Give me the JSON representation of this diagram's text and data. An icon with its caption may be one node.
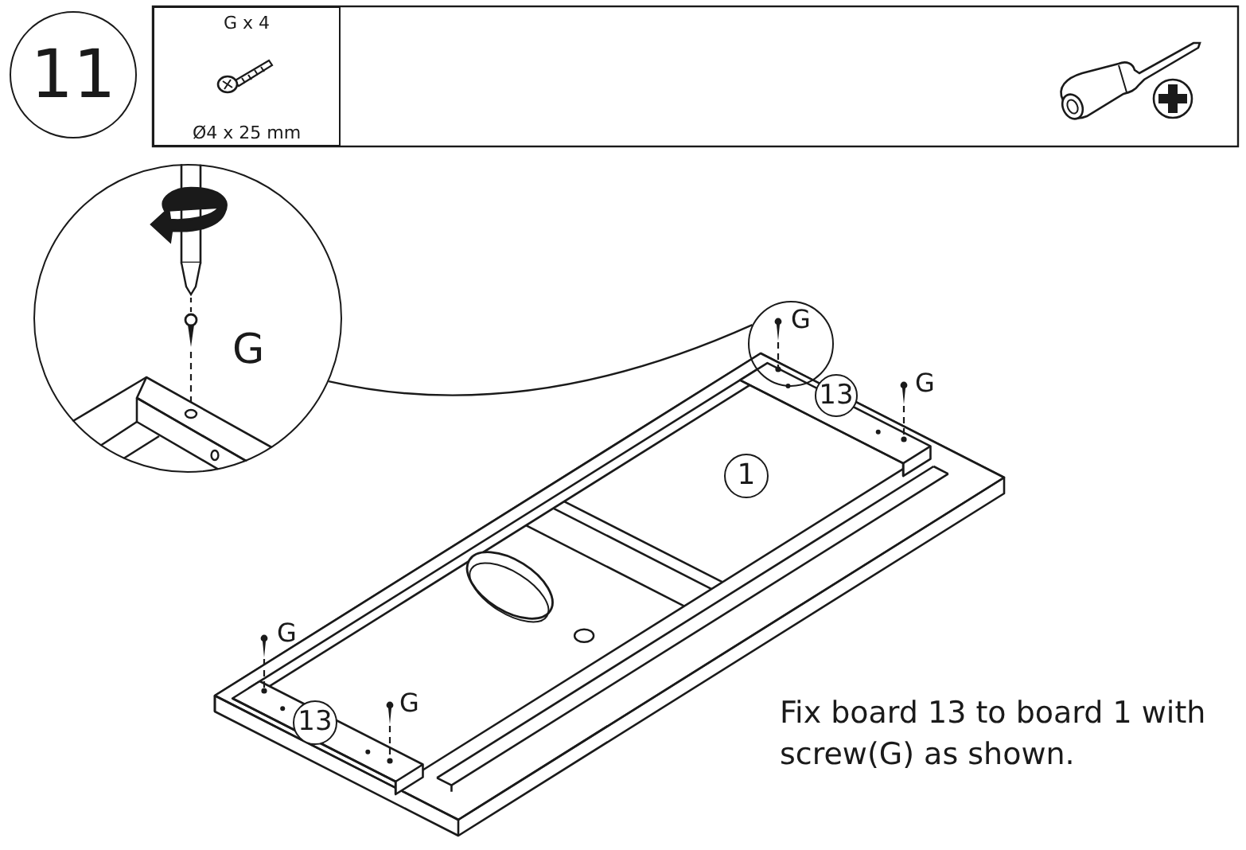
{
  "diagram": {
    "nodes": [
      {
        "text": [
          "11"
        ]
      },
      {
        "text": [
          "G x 4",
          "Ø4 x 25 mm"
        ]
      },
      {
        "text": [
          "G"
        ]
      },
      {
        "text": [
          "G"
        ]
      },
      {
        "text": [
          "13"
        ]
      },
      {
        "text": [
          "1"
        ]
      },
      {
        "text": [
          "13"
        ]
      }
    ],
    "edges": [
      {
        "from": 2,
        "to": 3,
        "arrow": "none"
      }
    ],
    "labels": [
      "G",
      "G",
      "G",
      "Fix board 13 to board 1 with screw(G) as shown."
    ]
  }
}
